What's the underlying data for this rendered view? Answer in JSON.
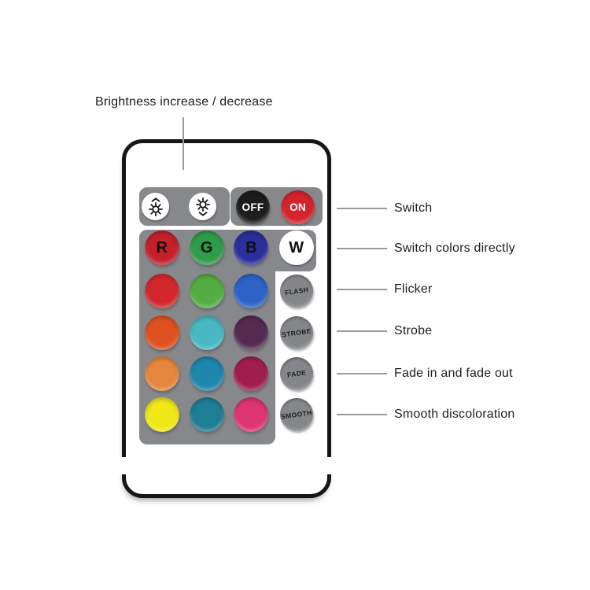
{
  "annotations": {
    "brightness": "Brightness increase / decrease",
    "right": [
      {
        "label": "Switch"
      },
      {
        "label": "Switch colors directly"
      },
      {
        "label": "Flicker"
      },
      {
        "label": "Strobe"
      },
      {
        "label": "Fade in and fade out"
      },
      {
        "label": "Smooth discoloration"
      }
    ]
  },
  "remote": {
    "panel_color": "#87888c",
    "power_buttons": [
      {
        "label": "OFF",
        "color": "#1d1d1d",
        "text_color": "#ffffff"
      },
      {
        "label": "ON",
        "color": "#d5232c",
        "text_color": "#ffffff"
      }
    ],
    "brightness_buttons": [
      {
        "icon": "brightness-up-icon"
      },
      {
        "icon": "brightness-down-icon"
      }
    ],
    "letter_keys": [
      {
        "label": "R",
        "color": "#c5202a"
      },
      {
        "label": "G",
        "color": "#2f9c49"
      },
      {
        "label": "B",
        "color": "#2b2f9b"
      },
      {
        "label": "W",
        "color": "#ffffff"
      }
    ],
    "color_keys": [
      [
        "#d2282c",
        "#54ad42",
        "#2d63c6"
      ],
      [
        "#df511f",
        "#48b9c3",
        "#542a50"
      ],
      [
        "#e5873e",
        "#1f86ad",
        "#a01d4c"
      ],
      [
        "#efe818",
        "#1e7e95",
        "#dd3570"
      ]
    ],
    "mode_keys": [
      {
        "label": "FLASH"
      },
      {
        "label": "STROBE"
      },
      {
        "label": "FADE"
      },
      {
        "label": "SMOOTH"
      }
    ]
  }
}
